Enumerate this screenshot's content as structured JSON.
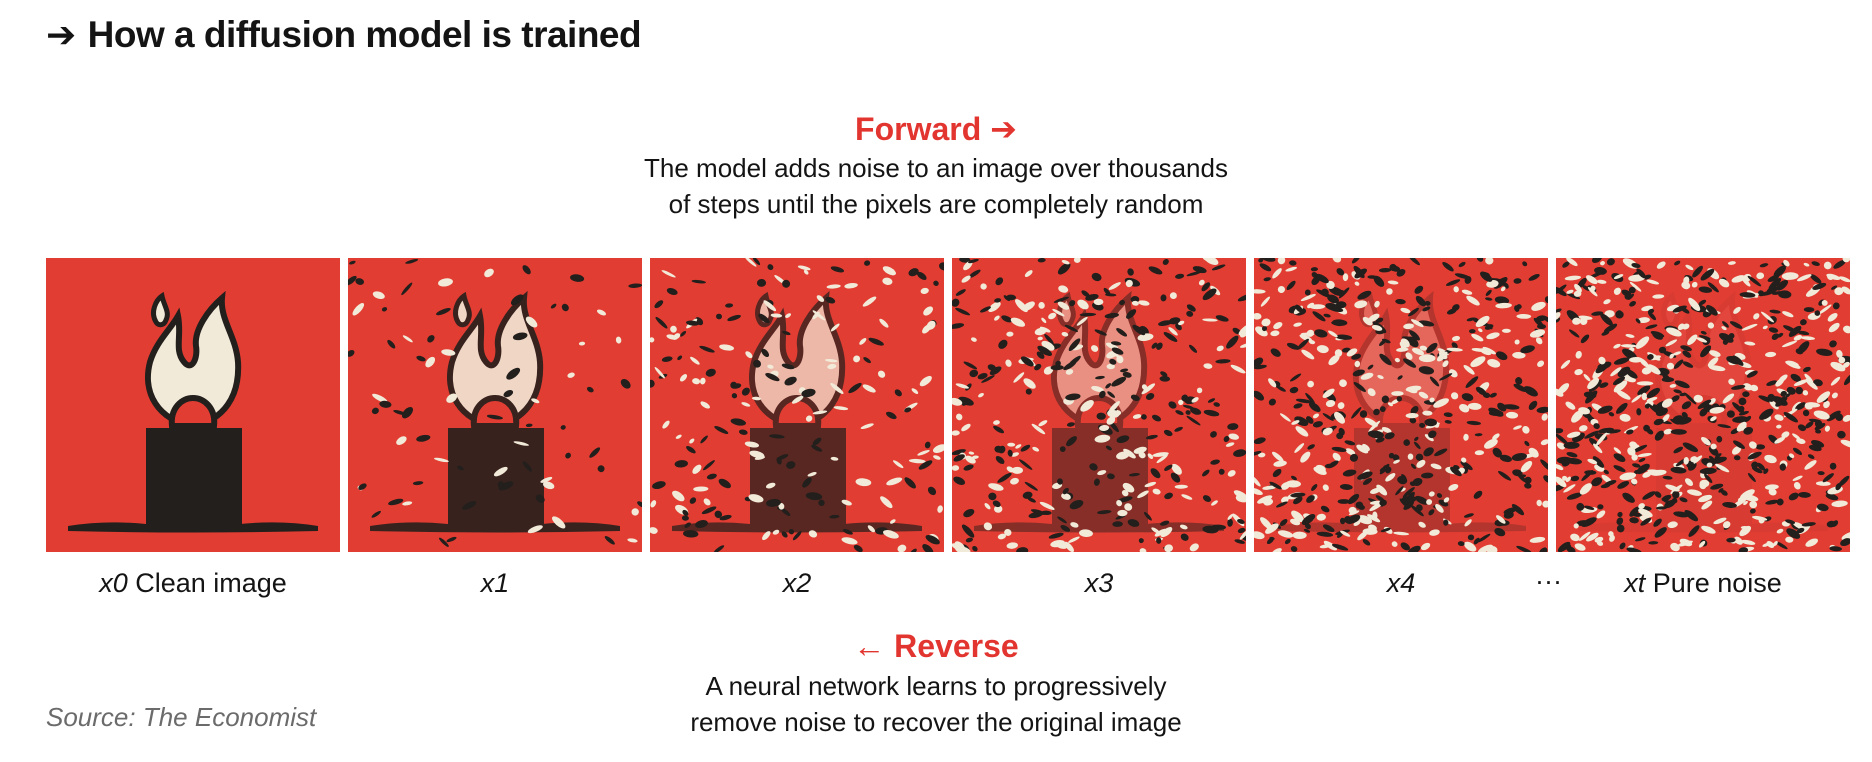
{
  "title": {
    "arrow": "➔",
    "text": "How a diffusion model is trained"
  },
  "forward": {
    "heading": "Forward ➔",
    "line1": "The model adds noise to an image over thousands",
    "line2": "of steps until the pixels are completely random"
  },
  "steps": [
    {
      "var": "x0",
      "caption": " Clean image",
      "noise": 0.0
    },
    {
      "var": "x1",
      "caption": "",
      "noise": 0.12
    },
    {
      "var": "x2",
      "caption": "",
      "noise": 0.3
    },
    {
      "var": "x3",
      "caption": "",
      "noise": 0.55
    },
    {
      "var": "x4",
      "caption": "",
      "noise": 0.8
    },
    {
      "var": "xt",
      "caption": " Pure noise",
      "noise": 1.0
    }
  ],
  "ellipsis": "···",
  "reverse": {
    "heading": "← Reverse",
    "line1": "A neural network learns to progressively",
    "line2": "remove noise to recover the original image"
  },
  "source": "Source: The Economist",
  "colors": {
    "red": "#e23d33",
    "accent": "#e3352f",
    "ink": "#231f1c",
    "cream": "#f2ead8"
  },
  "icons": {
    "panel_subject": "candle-flame-icon"
  }
}
